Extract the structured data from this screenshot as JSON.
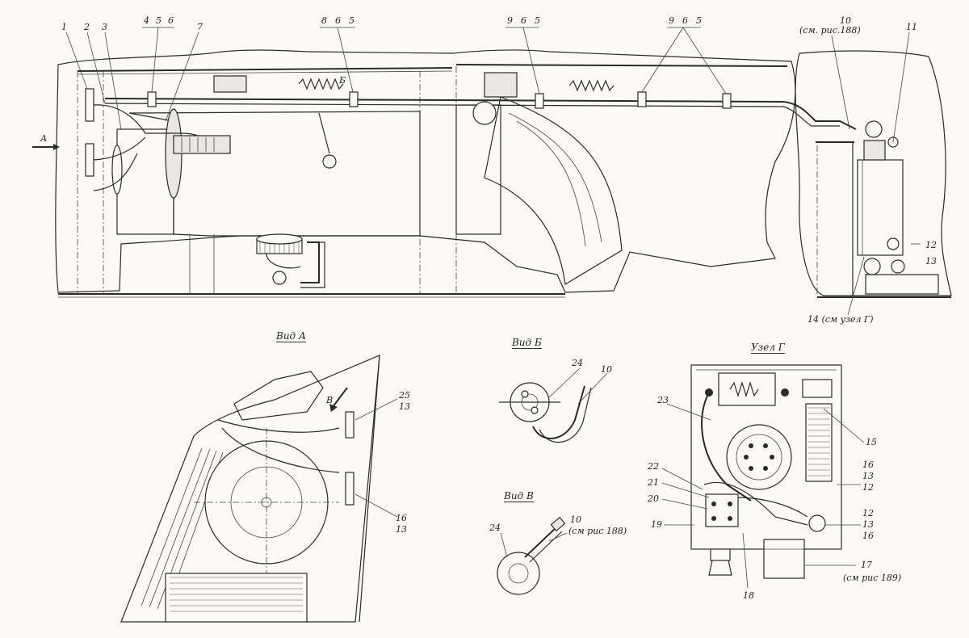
{
  "top_callouts": [
    "1",
    "2",
    "3",
    "4",
    "5",
    "6",
    "7",
    "8",
    "6",
    "5",
    "9",
    "6",
    "5",
    "9",
    "6",
    "5"
  ],
  "ref_10": "10",
  "ref_10_note": "(см. рис.188)",
  "ref_11": "11",
  "ref_12": "12",
  "ref_13": "13",
  "ref_14": "14 (см узел Г)",
  "arrow_a": "А",
  "arrow_b": "Б",
  "view_a": {
    "title": "Вид А",
    "labels": [
      "25",
      "13",
      "16",
      "13"
    ],
    "arrow_v": "В"
  },
  "view_b": {
    "title": "Вид Б",
    "labels": [
      "24",
      "10"
    ]
  },
  "view_v": {
    "title": "Вид В",
    "labels": [
      "24",
      "10",
      "(см рис 188)"
    ]
  },
  "node_g": {
    "title": "Узел Г",
    "labels": [
      "23",
      "15",
      "22",
      "21",
      "20",
      "19",
      "18",
      "16",
      "13",
      "12",
      "12",
      "13",
      "16",
      "17",
      "(см рис 189)"
    ]
  }
}
